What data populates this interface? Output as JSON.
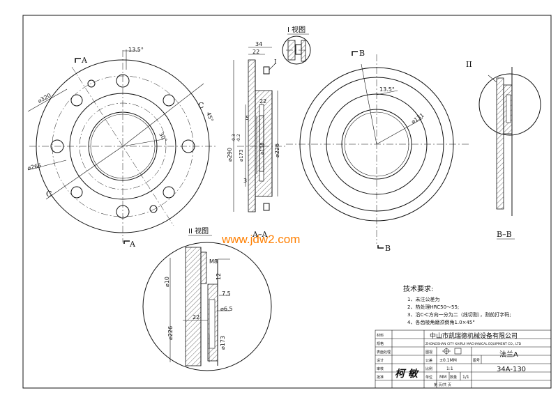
{
  "watermark": "www.jdw2.com",
  "view_labels": {
    "detail_I": "I 视图",
    "detail_II": "II 视图",
    "section_AA": "A–A",
    "section_BB": "B–B",
    "mark_I": "I",
    "mark_II": "II",
    "A": "A",
    "B": "B",
    "C": "C"
  },
  "dims": {
    "angle_13_5": "13.5°",
    "angle_45": "45°",
    "angle_30": "30°",
    "d320": "⌀320",
    "d265": "⌀265",
    "d131": "⌀131",
    "d290": "⌀290",
    "d173": "⌀173",
    "tol_173": "-0.2",
    "tol_173b": "-0.3",
    "d138": "⌀138",
    "d226": "⌀226",
    "len34": "34",
    "len22a": "22",
    "len22b": "22",
    "len5": "5",
    "len3": "3",
    "m8": "M8",
    "d10": "⌀10",
    "len12": "12",
    "len7_5": "7.5",
    "d6_5": "⌀6.5",
    "len22c": "22",
    "d226b": "⌀226",
    "d173b": "⌀173"
  },
  "tech_req": {
    "title": "技术要求:",
    "items": [
      "1、未注公差为",
      "2、热处理HRC50～55;",
      "3、沿C-C方向一分为二（线切割），割前打字码;",
      "4、各齿棱角磨须倒角1.0×45°"
    ]
  },
  "title_block": {
    "company_cn": "中山市凯瑞德机械设备有限公司",
    "company_en": "ZHONGSHAN CITY KAIRUI MACHANICAL EQUIPMENT CO., LTD",
    "part_name": "法兰A",
    "drawing_no": "34A-130",
    "signature": "柯 敏",
    "tolerance": "±0.1MM",
    "scale": "1:1",
    "unit": "MM",
    "qty_label": "数量",
    "qty": "1/1",
    "sheet": "第  页/共  页",
    "row_labels": [
      "材料",
      "规格",
      "表面处理",
      "设计",
      "审核",
      "批准"
    ],
    "mid_labels": [
      "图视",
      "公差",
      "比例",
      "单位"
    ],
    "code_label": "图号"
  }
}
